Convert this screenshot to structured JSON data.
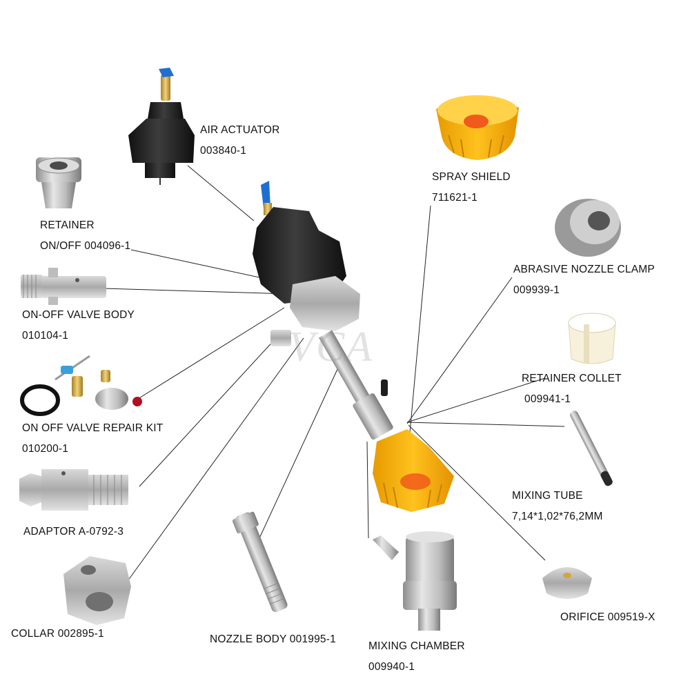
{
  "watermark": "VCA",
  "colors": {
    "steel": "#c6c6c6",
    "steel_dark": "#8a8a8a",
    "black": "#1c1c1c",
    "orange": "#f0a800",
    "orange_hole": "#f05a1a",
    "cream": "#f6efd8",
    "blue": "#2a7fd4",
    "brass": "#c9a544",
    "red": "#c0182a"
  },
  "parts": [
    {
      "id": "air-actuator",
      "name": "AIR ACTUATOR",
      "code": "003840-1"
    },
    {
      "id": "retainer",
      "name": "RETAINER",
      "code": "ON/OFF 004096-1"
    },
    {
      "id": "on-off-valve-body",
      "name": "ON-OFF VALVE BODY",
      "code": "010104-1"
    },
    {
      "id": "repair-kit",
      "name": "ON OFF VALVE REPAIR KIT",
      "code": "010200-1"
    },
    {
      "id": "adaptor",
      "name": "ADAPTOR A-0792-3",
      "code": ""
    },
    {
      "id": "collar",
      "name": "COLLAR 002895-1",
      "code": ""
    },
    {
      "id": "nozzle-body",
      "name": "NOZZLE BODY 001995-1",
      "code": ""
    },
    {
      "id": "mixing-chamber",
      "name": "MIXING CHAMBER",
      "code": "009940-1"
    },
    {
      "id": "spray-shield",
      "name": "SPRAY SHIELD",
      "code": "711621-1"
    },
    {
      "id": "abrasive-nozzle-clamp",
      "name": "ABRASIVE NOZZLE CLAMP",
      "code": "009939-1"
    },
    {
      "id": "retainer-collet",
      "name": "RETAINER COLLET",
      "code": "009941-1"
    },
    {
      "id": "mixing-tube",
      "name": "MIXING TUBE",
      "code": "7,14*1,02*76,2MM"
    },
    {
      "id": "orifice",
      "name": "ORIFICE 009519-X",
      "code": ""
    }
  ]
}
